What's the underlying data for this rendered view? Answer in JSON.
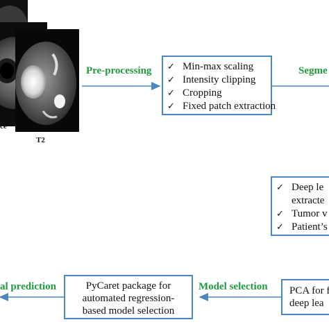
{
  "images": {
    "left_partial_label": "ce",
    "t2_label": "T2"
  },
  "preprocessing": {
    "arrow_label": "Pre-processing",
    "items": [
      "Min-max scaling",
      "Intensity clipping",
      "Cropping",
      "Fixed patch extraction"
    ]
  },
  "segmentation": {
    "label": "Segme"
  },
  "features_box": {
    "items": [
      {
        "check": true,
        "text": "Deep le"
      },
      {
        "check": false,
        "text": "extracte"
      },
      {
        "check": true,
        "text": "Tumor v"
      },
      {
        "check": true,
        "text": "Patient’s"
      }
    ]
  },
  "pca_box": {
    "lines": [
      "PCA for f",
      "deep lea"
    ]
  },
  "model_selection": {
    "label": "Model selection"
  },
  "pycaret_box": {
    "lines": [
      "PyCaret package for",
      "automated regression-",
      "based model selection"
    ]
  },
  "final": {
    "label": "al prediction"
  },
  "colors": {
    "accent": "#4a86c0",
    "label_green": "#1f9a3c"
  }
}
